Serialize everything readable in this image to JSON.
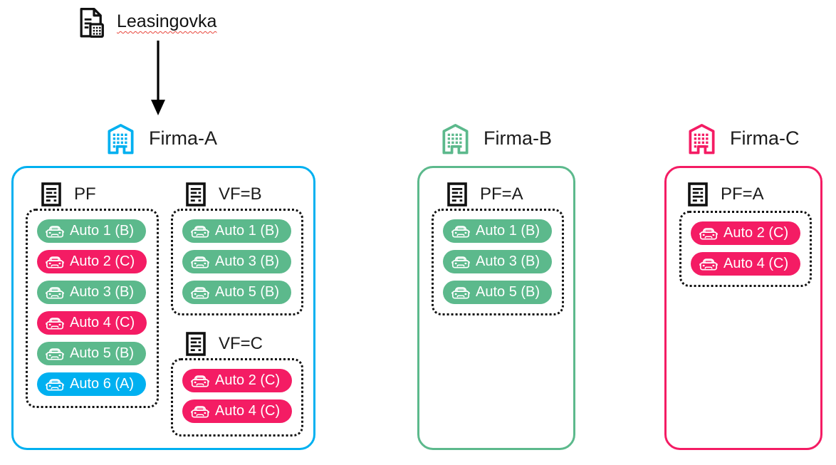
{
  "colors": {
    "cyan": "#00b0f0",
    "green": "#5cb98c",
    "pink": "#f41c64"
  },
  "lease": {
    "label": "Leasingovka"
  },
  "companies": [
    {
      "name": "Firma-A",
      "accent": "cyan",
      "sections": [
        {
          "label": "PF",
          "autos": [
            {
              "label": "Auto 1 (B)",
              "color": "green"
            },
            {
              "label": "Auto 2 (C)",
              "color": "pink"
            },
            {
              "label": "Auto 3 (B)",
              "color": "green"
            },
            {
              "label": "Auto 4 (C)",
              "color": "pink"
            },
            {
              "label": "Auto 5 (B)",
              "color": "green"
            },
            {
              "label": "Auto 6 (A)",
              "color": "cyan"
            }
          ]
        },
        {
          "label": "VF=B",
          "autos": [
            {
              "label": "Auto 1 (B)",
              "color": "green"
            },
            {
              "label": "Auto 3 (B)",
              "color": "green"
            },
            {
              "label": "Auto 5 (B)",
              "color": "green"
            }
          ]
        },
        {
          "label": "VF=C",
          "autos": [
            {
              "label": "Auto 2 (C)",
              "color": "pink"
            },
            {
              "label": "Auto 4 (C)",
              "color": "pink"
            }
          ]
        }
      ]
    },
    {
      "name": "Firma-B",
      "accent": "green",
      "sections": [
        {
          "label": "PF=A",
          "autos": [
            {
              "label": "Auto 1 (B)",
              "color": "green"
            },
            {
              "label": "Auto 3 (B)",
              "color": "green"
            },
            {
              "label": "Auto 5 (B)",
              "color": "green"
            }
          ]
        }
      ]
    },
    {
      "name": "Firma-C",
      "accent": "pink",
      "sections": [
        {
          "label": "PF=A",
          "autos": [
            {
              "label": "Auto 2 (C)",
              "color": "pink"
            },
            {
              "label": "Auto 4 (C)",
              "color": "pink"
            }
          ]
        }
      ]
    }
  ]
}
